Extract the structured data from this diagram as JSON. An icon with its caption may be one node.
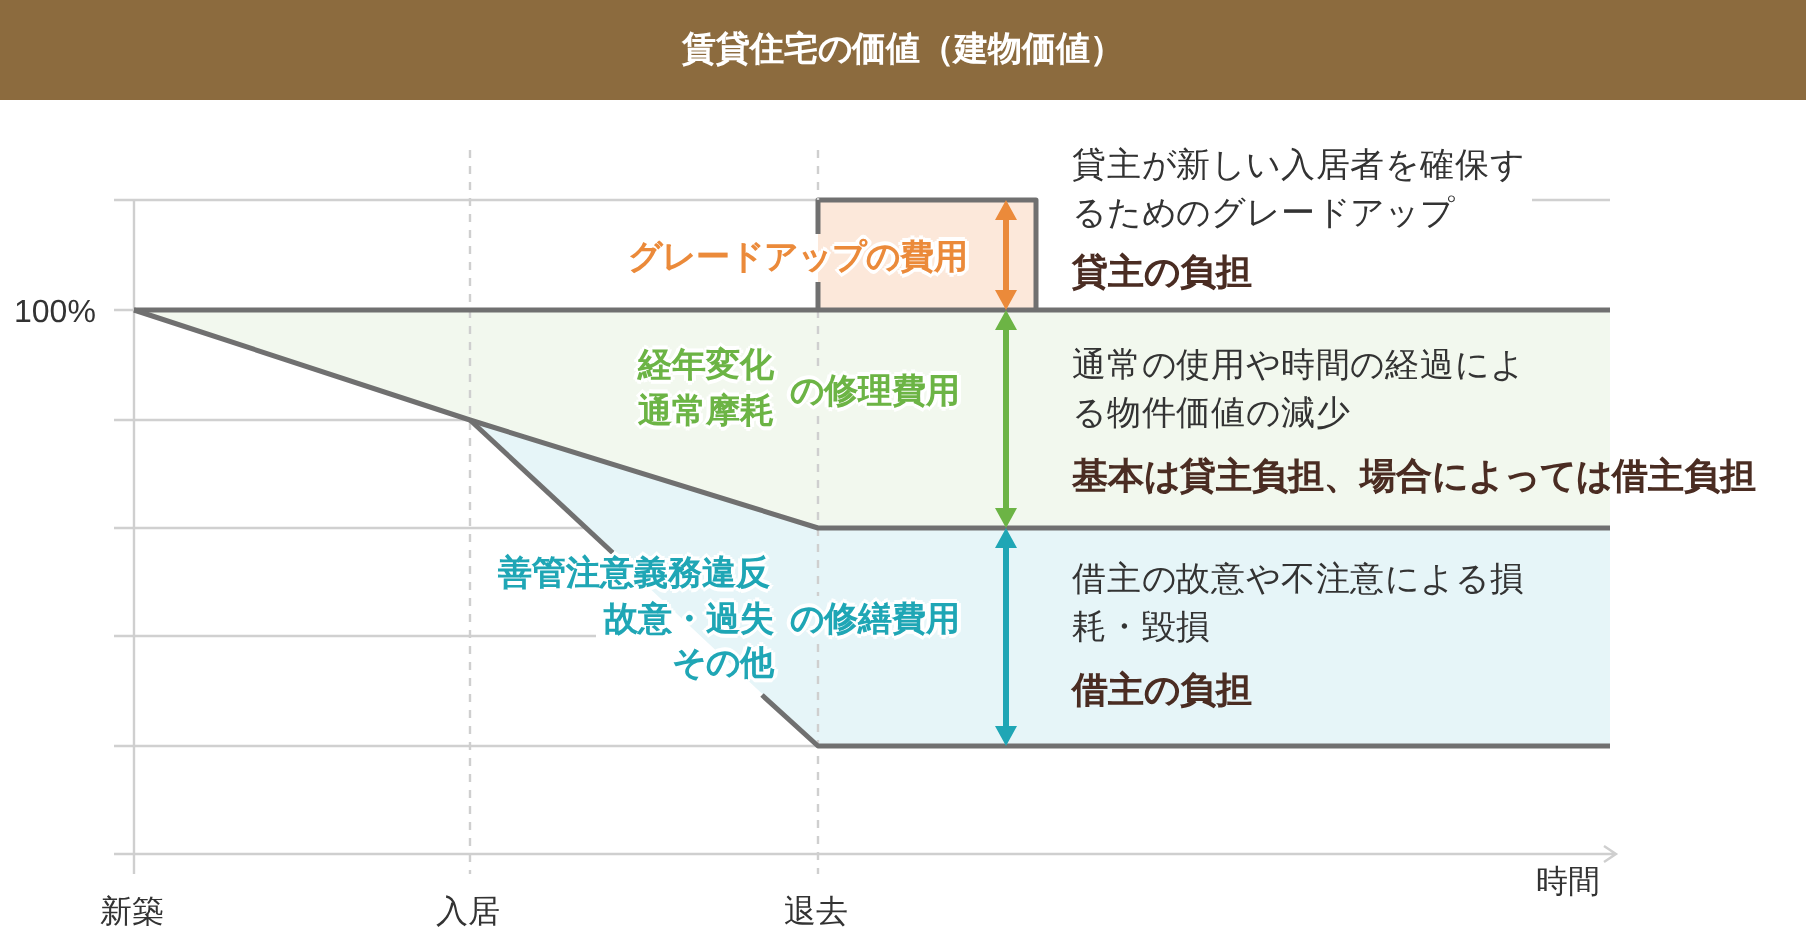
{
  "diagram": {
    "title": "賃貸住宅の価値（建物価値）",
    "labels": [
      "グレードアップの費用",
      "貸主が新しい入居者を確保するためのグレードアップ",
      "貸主の負担",
      "100%",
      "経年変化",
      "通常摩耗",
      "の修理費用",
      "通常の使用や時間の経過による物件価値の減少",
      "基本は貸主負担、場合によっては借主負担",
      "善管注意義務違反",
      "故意・過失",
      "その他",
      "の修繕費用",
      "借主の故意や不注意による損耗・毀損",
      "借主の負担",
      "新築",
      "入居",
      "退去",
      "時間"
    ]
  }
}
